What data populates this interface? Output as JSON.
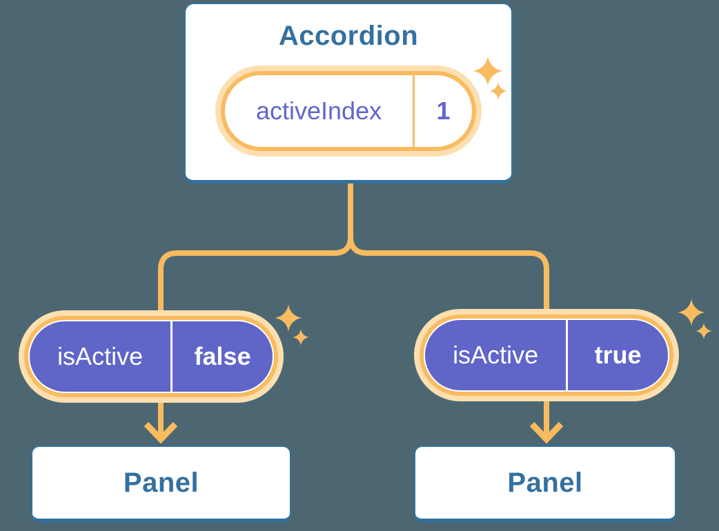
{
  "colors": {
    "background": "#4C6772",
    "orange": "#F8BB60",
    "halo": "#FDDFB0",
    "purple": "#6065C8",
    "purple_text": "#6166CB",
    "blue_border": "#31719F",
    "blue_text": "#35709E",
    "card_bg": "#FFFFFF",
    "white_text": "#FFFFFF"
  },
  "accordion": {
    "title": "Accordion",
    "state": {
      "name": "activeIndex",
      "value": "1"
    }
  },
  "children": {
    "left": {
      "prop_name": "isActive",
      "prop_value": "false",
      "panel_label": "Panel"
    },
    "right": {
      "prop_name": "isActive",
      "prop_value": "true",
      "panel_label": "Panel"
    }
  },
  "icons": {
    "sparkle": "four-point-star",
    "arrow": "arrow-down"
  }
}
